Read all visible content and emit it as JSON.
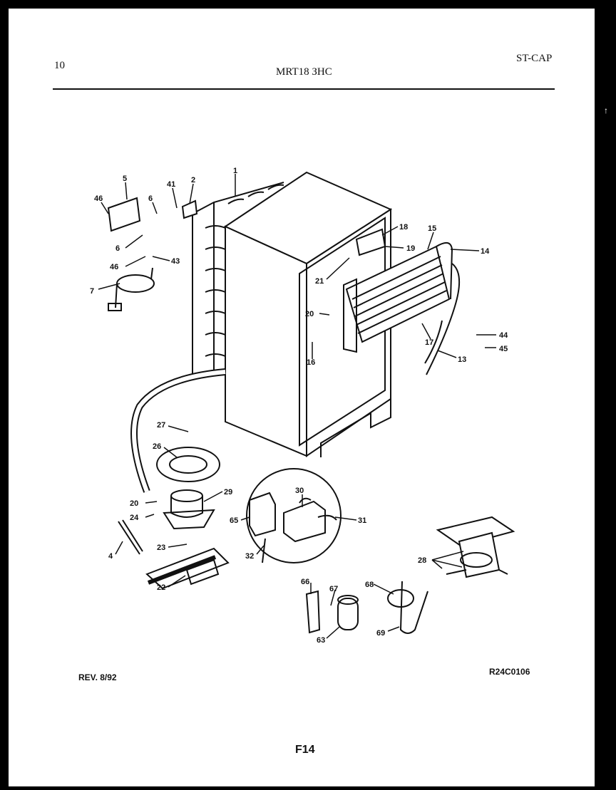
{
  "header": {
    "page_number": "10",
    "model": "MRT18 ЗHC",
    "category": "ST-CAP"
  },
  "footer": {
    "revision": "REV. 8/92",
    "ref_code": "R24C0106",
    "figure": "F14"
  },
  "callouts": [
    {
      "id": "c1",
      "label": "1"
    },
    {
      "id": "c2",
      "label": "2"
    },
    {
      "id": "c41",
      "label": "41"
    },
    {
      "id": "c5",
      "label": "5"
    },
    {
      "id": "c46a",
      "label": "46"
    },
    {
      "id": "c6a",
      "label": "6"
    },
    {
      "id": "c6b",
      "label": "6"
    },
    {
      "id": "c46b",
      "label": "46"
    },
    {
      "id": "c43",
      "label": "43"
    },
    {
      "id": "c7",
      "label": "7"
    },
    {
      "id": "c18",
      "label": "18"
    },
    {
      "id": "c15",
      "label": "15"
    },
    {
      "id": "c19",
      "label": "19"
    },
    {
      "id": "c14",
      "label": "14"
    },
    {
      "id": "c21",
      "label": "21"
    },
    {
      "id": "c20a",
      "label": "20"
    },
    {
      "id": "c16",
      "label": "16"
    },
    {
      "id": "c17",
      "label": "17"
    },
    {
      "id": "c44",
      "label": "44"
    },
    {
      "id": "c45",
      "label": "45"
    },
    {
      "id": "c13",
      "label": "13"
    },
    {
      "id": "c27",
      "label": "27"
    },
    {
      "id": "c26",
      "label": "26"
    },
    {
      "id": "c29",
      "label": "29"
    },
    {
      "id": "c20b",
      "label": "20"
    },
    {
      "id": "c24",
      "label": "24"
    },
    {
      "id": "c4",
      "label": "4"
    },
    {
      "id": "c23",
      "label": "23"
    },
    {
      "id": "c22",
      "label": "22"
    },
    {
      "id": "c30",
      "label": "30"
    },
    {
      "id": "c65",
      "label": "65"
    },
    {
      "id": "c31",
      "label": "31"
    },
    {
      "id": "c32",
      "label": "32"
    },
    {
      "id": "c28",
      "label": "28"
    },
    {
      "id": "c66",
      "label": "66"
    },
    {
      "id": "c67",
      "label": "67"
    },
    {
      "id": "c68",
      "label": "68"
    },
    {
      "id": "c63",
      "label": "63"
    },
    {
      "id": "c69",
      "label": "69"
    }
  ],
  "colors": {
    "ink": "#111111",
    "paper": "#ffffff",
    "border": "#000000"
  }
}
